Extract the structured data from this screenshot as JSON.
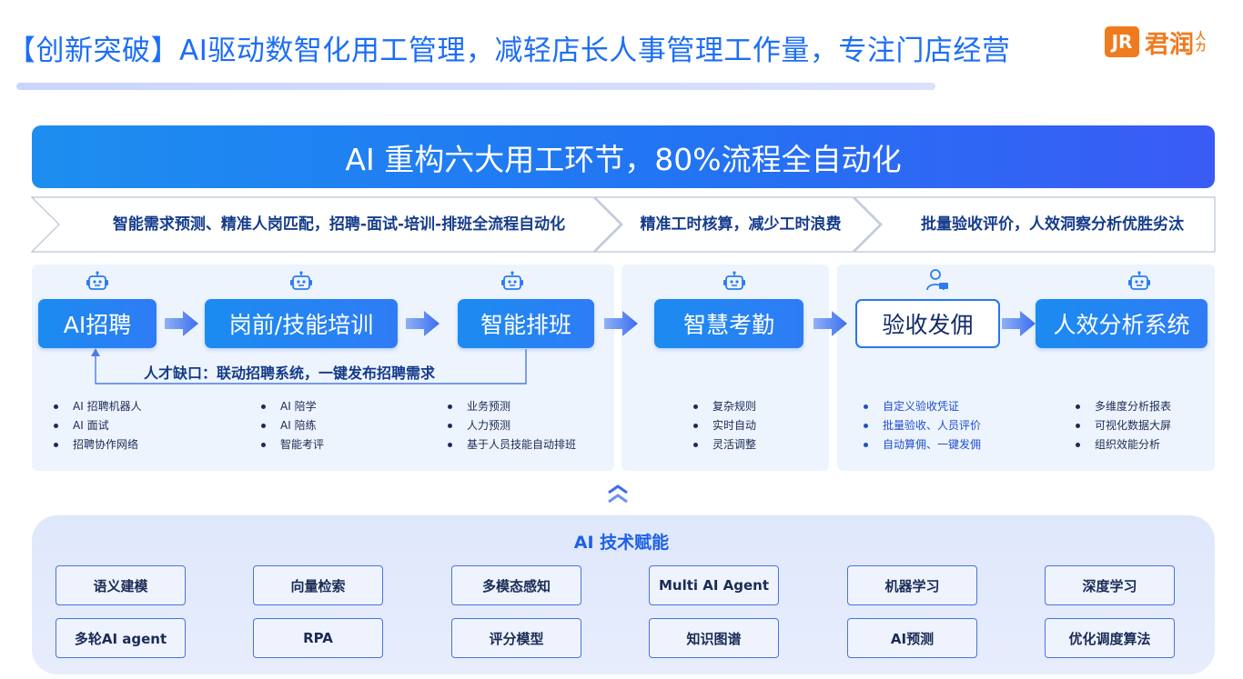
{
  "header": {
    "title": "【创新突破】AI驱动数智化用工管理，减轻店长人事管理工作量，专注门店经营",
    "logo": {
      "mark": "JR",
      "name": "君润",
      "sub_1": "人",
      "sub_2": "力"
    }
  },
  "banner": {
    "text": "AI 重构六大用工环节，80%流程全自动化"
  },
  "chevrons": [
    "智能需求预测、精准人岗匹配，招聘-面试-培训-排班全流程自动化",
    "精准工时核算，减少工时浪费",
    "批量验收评价，人效洞察分析优胜劣汰"
  ],
  "steps": [
    {
      "label": "AI招聘",
      "icon": "robot-icon",
      "bullets": [
        "AI 招聘机器人",
        "AI 面试",
        "招聘协作网络"
      ]
    },
    {
      "label": "岗前/技能培训",
      "icon": "robot-icon",
      "bullets": [
        "AI 陪学",
        "AI 陪练",
        "智能考评"
      ]
    },
    {
      "label": "智能排班",
      "icon": "robot-icon",
      "bullets": [
        "业务预测",
        "人力预测",
        "基于人员技能自动排班"
      ]
    },
    {
      "label": "智慧考勤",
      "icon": "robot-icon",
      "bullets": [
        "复杂规则",
        "实时自动",
        "灵活调整"
      ]
    },
    {
      "label": "验收发佣",
      "icon": "user-computer-icon",
      "bullets": [
        "自定义验收凭证",
        "批量验收、人员评价",
        "自动算佣、一键发佣"
      ]
    },
    {
      "label": "人效分析系统",
      "icon": "robot-icon",
      "bullets": [
        "多维度分析报表",
        "可视化数据大屏",
        "组织效能分析"
      ]
    }
  ],
  "loop_label": "人才缺口：联动招聘系统，一键发布招聘需求",
  "tech": {
    "title": "AI 技术赋能",
    "items": [
      "语义建模",
      "向量检索",
      "多模态感知",
      "Multi AI Agent",
      "机器学习",
      "深度学习",
      "多轮AI agent",
      "RPA",
      "评分模型",
      "知识图谱",
      "AI预测",
      "优化调度算法"
    ]
  },
  "colors": {
    "brand_blue": "#1d6ef5",
    "logo_orange": "#f07b1f",
    "dark_navy": "#1a2b55"
  }
}
